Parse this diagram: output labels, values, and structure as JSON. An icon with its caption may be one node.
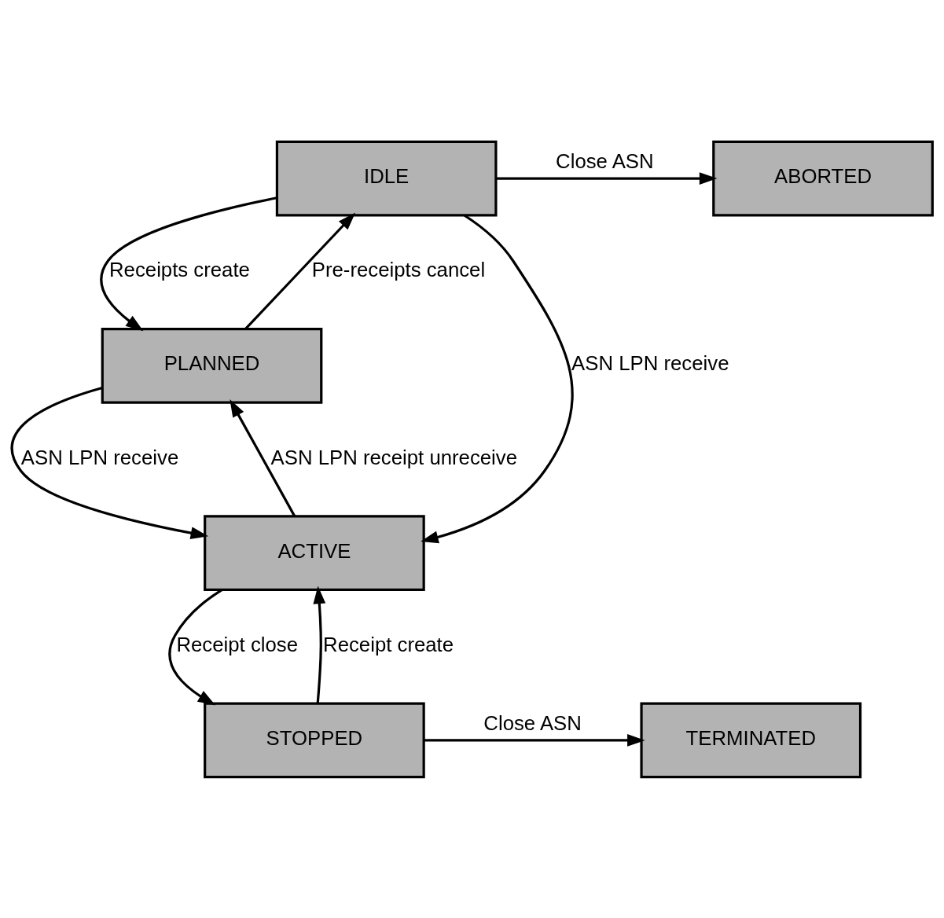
{
  "diagram": {
    "nodes": [
      {
        "text": [
          "IDLE"
        ]
      },
      {
        "text": [
          "ABORTED"
        ]
      },
      {
        "text": [
          "PLANNED"
        ]
      },
      {
        "text": [
          "ACTIVE"
        ]
      },
      {
        "text": [
          "STOPPED"
        ]
      },
      {
        "text": [
          "TERMINATED"
        ]
      }
    ],
    "edges": [
      {
        "from": 0,
        "to": 1,
        "arrow": "to",
        "label": "Close ASN"
      },
      {
        "from": 0,
        "to": 2,
        "arrow": "to",
        "label": "Receipts create"
      },
      {
        "from": 2,
        "to": 0,
        "arrow": "to",
        "label": "Pre-receipts cancel"
      },
      {
        "from": 0,
        "to": 3,
        "arrow": "to",
        "label": "ASN LPN receive"
      },
      {
        "from": 2,
        "to": 3,
        "arrow": "to",
        "label": "ASN LPN receive"
      },
      {
        "from": 3,
        "to": 2,
        "arrow": "to",
        "label": "ASN LPN receipt unreceive"
      },
      {
        "from": 3,
        "to": 4,
        "arrow": "to",
        "label": "Receipt close"
      },
      {
        "from": 4,
        "to": 3,
        "arrow": "to",
        "label": "Receipt create"
      },
      {
        "from": 4,
        "to": 5,
        "arrow": "to",
        "label": "Close ASN"
      }
    ]
  }
}
